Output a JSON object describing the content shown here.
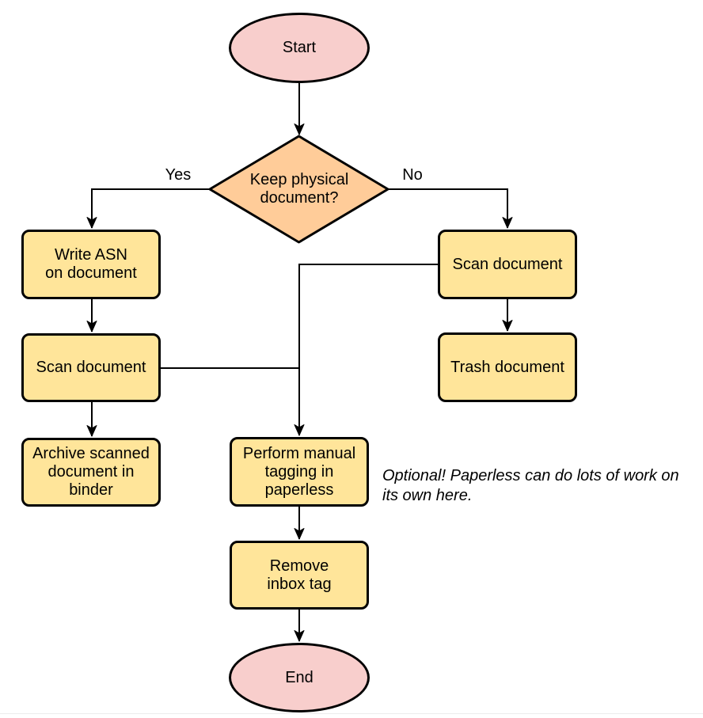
{
  "flowchart": {
    "nodes": {
      "start": {
        "label": "Start",
        "type": "terminator"
      },
      "decision": {
        "label": "Keep physical\ndocument?",
        "type": "decision"
      },
      "write_asn": {
        "label": "Write ASN\non document",
        "type": "process"
      },
      "scan_left": {
        "label": "Scan document",
        "type": "process"
      },
      "archive": {
        "label": "Archive scanned\ndocument in\nbinder",
        "type": "process"
      },
      "scan_right": {
        "label": "Scan document",
        "type": "process"
      },
      "trash": {
        "label": "Trash document",
        "type": "process"
      },
      "tagging": {
        "label": "Perform manual\ntagging in\npaperless",
        "type": "process"
      },
      "remove_inbox": {
        "label": "Remove\ninbox tag",
        "type": "process"
      },
      "end": {
        "label": "End",
        "type": "terminator"
      }
    },
    "edge_labels": {
      "yes": "Yes",
      "no": "No"
    },
    "note": "Optional! Paperless can do lots of work on\nits own here.",
    "colors": {
      "terminator_fill": "#F8CECC",
      "decision_fill": "#FFCC99",
      "process_fill": "#FFE59A",
      "stroke": "#000000",
      "text": "#000000",
      "background": "#FFFFFF"
    }
  }
}
